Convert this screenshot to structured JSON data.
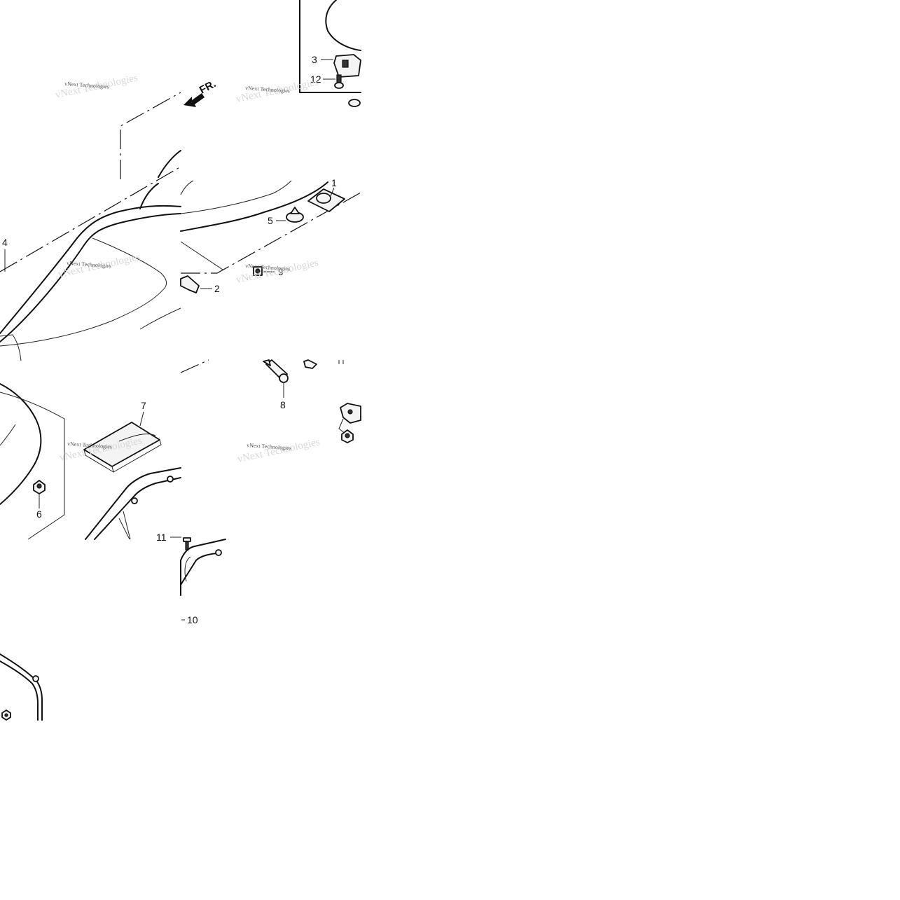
{
  "diagram": {
    "direction_label": "FR.",
    "watermark": "vNext Technologies",
    "callouts": [
      "1",
      "2",
      "3",
      "4",
      "5",
      "6",
      "7",
      "8",
      "9",
      "10",
      "11",
      "12"
    ]
  }
}
